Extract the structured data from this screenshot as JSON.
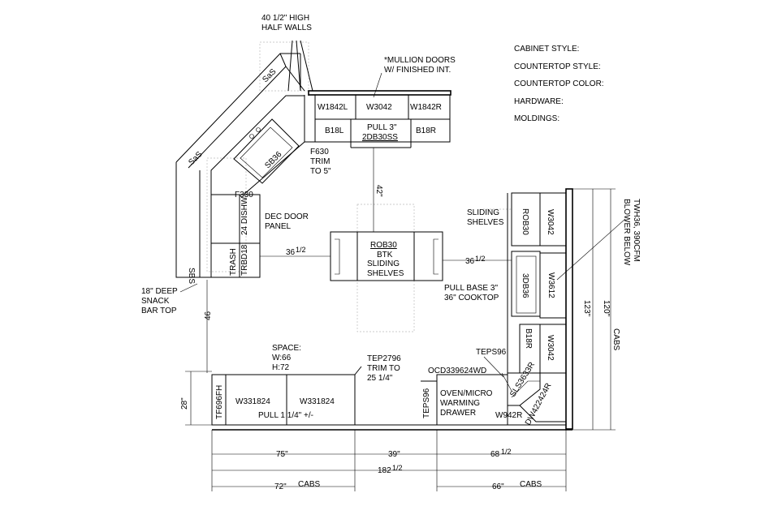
{
  "notes": {
    "cabinet_style": "CABINET STYLE:",
    "countertop_style": "COUNTERTOP STYLE:",
    "countertop_color": "COUNTERTOP COLOR:",
    "hardware": "HARDWARE:",
    "moldings": "MOLDINGS:"
  },
  "callouts": {
    "half_walls_1": "40 1/2\" HIGH",
    "half_walls_2": "HALF WALLS",
    "mullion_1": "*MULLION DOORS",
    "mullion_2": "W/ FINISHED INT.",
    "f630_1": "F630",
    "f630_2": "TRIM",
    "f630_3": "TO 5\"",
    "dec_door_1": "DEC DOOR",
    "dec_door_2": "PANEL",
    "sliding_1": "SLIDING",
    "sliding_2": "SHELVES",
    "snack_1": "18\" DEEP",
    "snack_2": "SNACK",
    "snack_3": "BAR TOP",
    "space_1": "SPACE:",
    "space_2": "W:66",
    "space_3": "H:72",
    "tep_1": "TEP2796",
    "tep_2": "TRIM TO",
    "tep_3": "25 1/4\"",
    "pull_base_1": "PULL BASE 3\"",
    "pull_base_2": "36\" COOKTOP",
    "twh_1": "TWH36, 390CFM",
    "twh_2": "BLOWER BELOW",
    "oven_1": "OVEN/MICRO",
    "oven_2": "WARMING",
    "oven_3": "DRAWER"
  },
  "cabinets": {
    "w1842l": "W1842L",
    "w3042_top": "W3042",
    "w1842r": "W1842R",
    "b18l": "B18L",
    "pull3": "PULL 3\"",
    "b18r": "B18R",
    "db30ss": "2DB30SS",
    "sas_top": "SaS",
    "sas_left": "SaS",
    "sb36": "SB36",
    "f330": "F330",
    "dishw": "24 DISHW",
    "trbd18": "TRBD18",
    "trash": "TRASH",
    "sbs": "SBS",
    "rob30_island": "ROB30",
    "btk": "BTK",
    "island_sliding_1": "SLIDING",
    "island_sliding_2": "SHELVES",
    "rob30_right": "ROB30",
    "w3042_right_top": "W3042",
    "db36": "3DB36",
    "w3612": "W3612",
    "b18r_right": "B18R",
    "w3042_right_bot": "W3042",
    "teps96_right": "TEPS96",
    "ocd": "OCD339624WD",
    "sls3633r": "SLS3633R",
    "w942r": "W942R",
    "dw422424r": "DW422424R",
    "tf696fh": "TF696FH",
    "w331824_a": "W331824",
    "w331824_b": "W331824",
    "pull_114": "PULL 1 1/4\" +/-",
    "teps96_bottom": "TEPS96"
  },
  "dimensions": {
    "d42": "42\"",
    "d36_left": "36",
    "d36_right": "36",
    "frac_half": "1/2",
    "d46": "46",
    "d28": "28\"",
    "d123": "123\"",
    "d120": "120\"",
    "cabs_right": "CABS",
    "d75": "75\"",
    "d39": "39\"",
    "d68": "68",
    "d182": "182",
    "d72": "72\"",
    "cabs_bottom_left": "CABS",
    "d66": "66\"",
    "cabs_bottom_right": "CABS"
  }
}
